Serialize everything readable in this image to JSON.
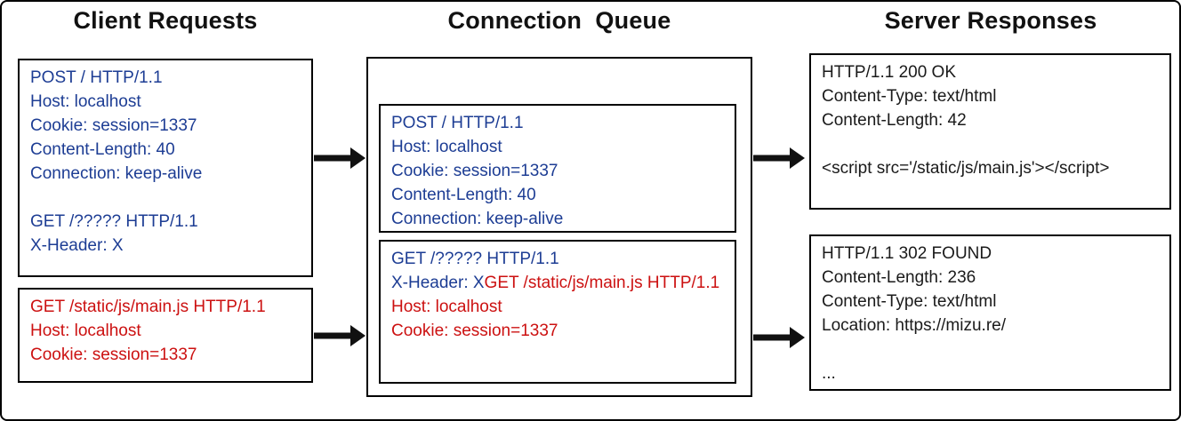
{
  "titles": {
    "client": "Client Requests",
    "queue": "Connection  Queue",
    "server": "Server Responses"
  },
  "colors": {
    "blue": "#1d3d94",
    "red": "#cc1111",
    "black": "#1a1a1a"
  },
  "boxes": {
    "client_request_1": [
      [
        {
          "t": "POST / HTTP/1.1",
          "c": "blue"
        }
      ],
      [
        {
          "t": "Host: localhost",
          "c": "blue"
        }
      ],
      [
        {
          "t": "Cookie: session=1337",
          "c": "blue"
        }
      ],
      [
        {
          "t": "Content-Length: 40",
          "c": "blue"
        }
      ],
      [
        {
          "t": "Connection: keep-alive",
          "c": "blue"
        }
      ],
      [],
      [
        {
          "t": "GET /????? HTTP/1.1",
          "c": "blue"
        }
      ],
      [
        {
          "t": "X-Header: X",
          "c": "blue"
        }
      ]
    ],
    "client_request_2": [
      [
        {
          "t": "GET /static/js/main.js HTTP/1.1",
          "c": "red"
        }
      ],
      [
        {
          "t": "Host: localhost",
          "c": "red"
        }
      ],
      [
        {
          "t": "Cookie: session=1337",
          "c": "red"
        }
      ]
    ],
    "queue_item_1": [
      [
        {
          "t": "POST / HTTP/1.1",
          "c": "blue"
        }
      ],
      [
        {
          "t": "Host: localhost",
          "c": "blue"
        }
      ],
      [
        {
          "t": "Cookie: session=1337",
          "c": "blue"
        }
      ],
      [
        {
          "t": "Content-Length: 40",
          "c": "blue"
        }
      ],
      [
        {
          "t": "Connection: keep-alive",
          "c": "blue"
        }
      ]
    ],
    "queue_item_2": [
      [
        {
          "t": "GET /????? HTTP/1.1",
          "c": "blue"
        }
      ],
      [
        {
          "t": "X-Header: X",
          "c": "blue"
        },
        {
          "t": "GET /static/js/main.js HTTP/1.1",
          "c": "red"
        }
      ],
      [
        {
          "t": "Host: localhost",
          "c": "red"
        }
      ],
      [
        {
          "t": "Cookie: session=1337",
          "c": "red"
        }
      ]
    ],
    "server_response_1": [
      [
        {
          "t": "HTTP/1.1 200 OK",
          "c": "black"
        }
      ],
      [
        {
          "t": "Content-Type: text/html",
          "c": "black"
        }
      ],
      [
        {
          "t": "Content-Length: 42",
          "c": "black"
        }
      ],
      [],
      [
        {
          "t": "<script src='/static/js/main.js'></script>",
          "c": "black"
        }
      ]
    ],
    "server_response_2": [
      [
        {
          "t": "HTTP/1.1 302 FOUND",
          "c": "black"
        }
      ],
      [
        {
          "t": "Content-Length: 236",
          "c": "black"
        }
      ],
      [
        {
          "t": "Content-Type: text/html",
          "c": "black"
        }
      ],
      [
        {
          "t": "Location: https://mizu.re/",
          "c": "black"
        }
      ],
      [],
      [
        {
          "t": "...",
          "c": "black"
        }
      ]
    ]
  }
}
